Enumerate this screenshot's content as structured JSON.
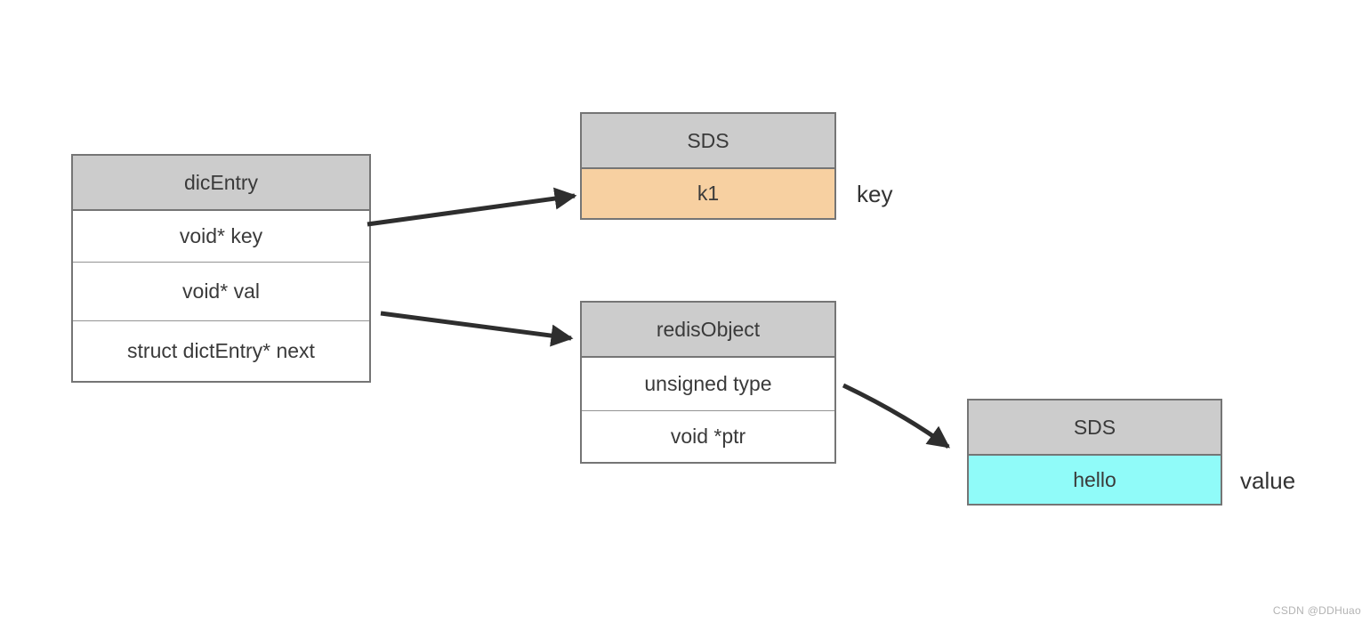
{
  "diagram": {
    "description": "Redis dictionary entry structure pointing to key and value objects",
    "tables": {
      "dicEntry": {
        "title": "dicEntry",
        "rows": [
          "void* key",
          "void* val",
          "struct dictEntry* next"
        ]
      },
      "sdsKey": {
        "title": "SDS",
        "rows": [
          "k1"
        ]
      },
      "redisObject": {
        "title": "redisObject",
        "rows": [
          "unsigned type",
          "void *ptr"
        ]
      },
      "sdsValue": {
        "title": "SDS",
        "rows": [
          "hello"
        ]
      }
    },
    "labels": {
      "key": "key",
      "value": "value"
    },
    "edges": [
      {
        "from": "dicEntry.void* key",
        "to": "sdsKey.k1"
      },
      {
        "from": "dicEntry.void* val",
        "to": "redisObject"
      },
      {
        "from": "redisObject.void *ptr",
        "to": "sdsValue.hello"
      }
    ],
    "colors": {
      "header_fill": "#cccccc",
      "key_row_fill": "#f7d0a1",
      "value_row_fill": "#90fbf9",
      "border": "#757575",
      "arrow": "#2e2e2e",
      "text": "#3a3a3a"
    }
  },
  "watermark": "CSDN @DDHuao"
}
